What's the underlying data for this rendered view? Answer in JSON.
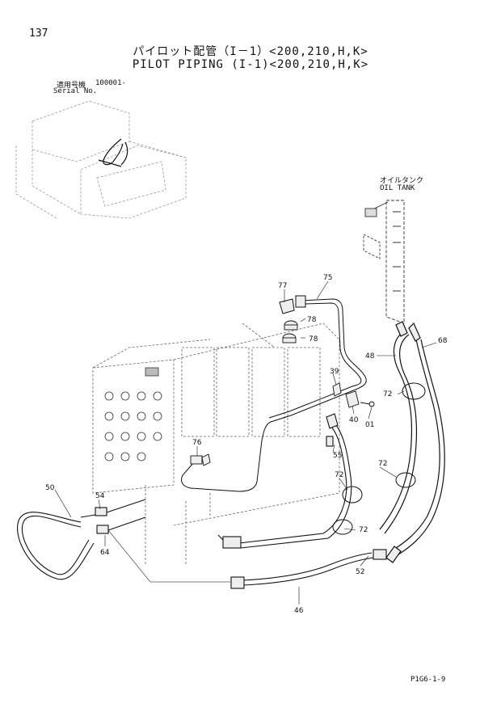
{
  "page_number": "137",
  "title_jp": "パイロット配管（I－1）<200,210,H,K>",
  "title_en": "PILOT PIPING (I-1)<200,210,H,K>",
  "serial": {
    "label_jp": "適用号機",
    "value": "100001-",
    "label_en": "Serial No."
  },
  "oil_tank": {
    "label_jp": "オイルタンク",
    "label_en": "OIL TANK"
  },
  "part_numbers": [
    "77",
    "75",
    "78",
    "78",
    "48",
    "68",
    "39",
    "72",
    "40",
    "01",
    "76",
    "55",
    "72",
    "72",
    "72",
    "50",
    "54",
    "64",
    "52",
    "46"
  ],
  "reference_code": "P1G6-1-9"
}
